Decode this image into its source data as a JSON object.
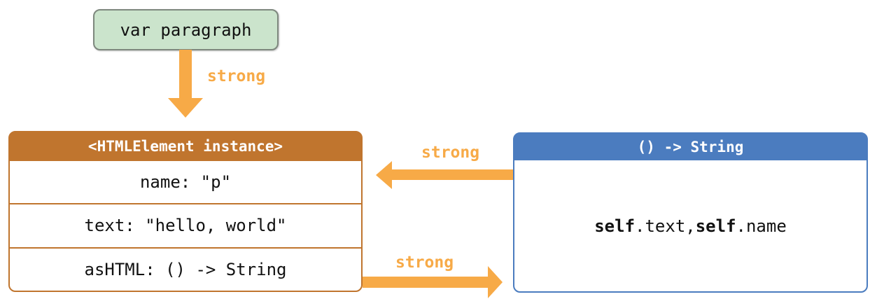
{
  "diagram": {
    "variable_box": {
      "label": "var paragraph"
    },
    "instance_box": {
      "title": "<HTMLElement instance>",
      "rows": [
        {
          "label": "name: \"p\""
        },
        {
          "label": "text: \"hello, world\""
        },
        {
          "label": "asHTML: () -> String"
        }
      ]
    },
    "closure_box": {
      "title": "() -> String",
      "body_segments": [
        {
          "text": "self",
          "bold": true
        },
        {
          "text": ".text, ",
          "bold": false
        },
        {
          "text": "self",
          "bold": true
        },
        {
          "text": ".name",
          "bold": false
        }
      ]
    },
    "arrows": {
      "var_to_instance_label": "strong",
      "closure_to_instance_label": "strong",
      "instance_to_closure_label": "strong"
    },
    "colors": {
      "instance_accent": "#c0752e",
      "closure_accent": "#4b7cbf",
      "variable_fill": "#cbe4cc",
      "variable_border": "#7e887e",
      "arrow_orange": "#f7aa47"
    }
  }
}
